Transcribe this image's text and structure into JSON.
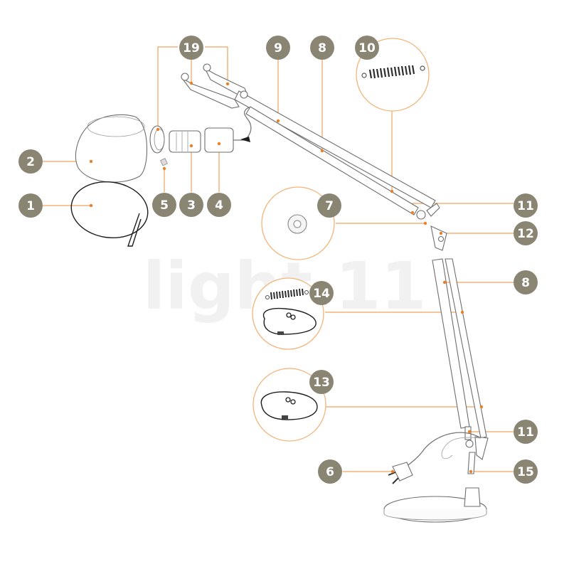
{
  "watermark": "light 11",
  "colors": {
    "badge": "#8a8473",
    "leader": "#f0a25c",
    "dot": "#e8802c",
    "detail_ring": "#f3b47a"
  },
  "callouts": [
    {
      "id": "1",
      "label": "1"
    },
    {
      "id": "2",
      "label": "2"
    },
    {
      "id": "3",
      "label": "3"
    },
    {
      "id": "4",
      "label": "4"
    },
    {
      "id": "5",
      "label": "5"
    },
    {
      "id": "6",
      "label": "6"
    },
    {
      "id": "7",
      "label": "7"
    },
    {
      "id": "8a",
      "label": "8"
    },
    {
      "id": "8b",
      "label": "8"
    },
    {
      "id": "9",
      "label": "9"
    },
    {
      "id": "10",
      "label": "10"
    },
    {
      "id": "11a",
      "label": "11"
    },
    {
      "id": "11b",
      "label": "11"
    },
    {
      "id": "12",
      "label": "12"
    },
    {
      "id": "13",
      "label": "13"
    },
    {
      "id": "14",
      "label": "14"
    },
    {
      "id": "15",
      "label": "15"
    },
    {
      "id": "19",
      "label": "19"
    }
  ]
}
